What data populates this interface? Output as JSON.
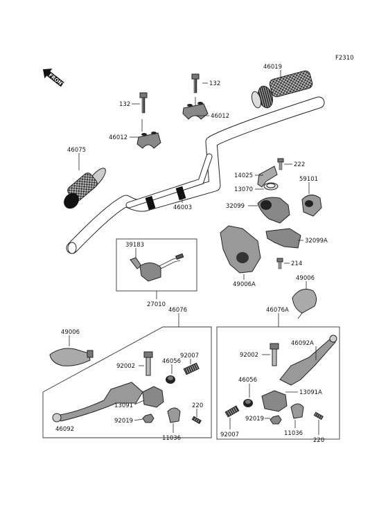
{
  "figure_code": "F2310",
  "front_indicator": "FRONT",
  "labels": {
    "l46019": "46019",
    "l132a": "132",
    "l132b": "132",
    "l46012a": "46012",
    "l46012b": "46012",
    "l46075": "46075",
    "l46003": "46003",
    "l222": "222",
    "l14025": "14025",
    "l13070": "13070",
    "l59101": "59101",
    "l32099": "32099",
    "l32099A": "32099A",
    "l214": "214",
    "l49006A": "49006A",
    "l49006a": "49006",
    "l39183": "39183",
    "l27010": "27010",
    "l46076": "46076",
    "l46076A": "46076A",
    "l49006b": "49006",
    "l92007a": "92007",
    "l46056a": "46056",
    "l92002a": "92002",
    "l13091": "13091",
    "l220a": "220",
    "l92019a": "92019",
    "l11036a": "11036",
    "l46092": "46092",
    "l92002b": "92002",
    "l46092A": "46092A",
    "l46056b": "46056",
    "l13091A": "13091A",
    "l92019b": "92019",
    "l92007b": "92007",
    "l11036b": "11036",
    "l220b": "220"
  }
}
